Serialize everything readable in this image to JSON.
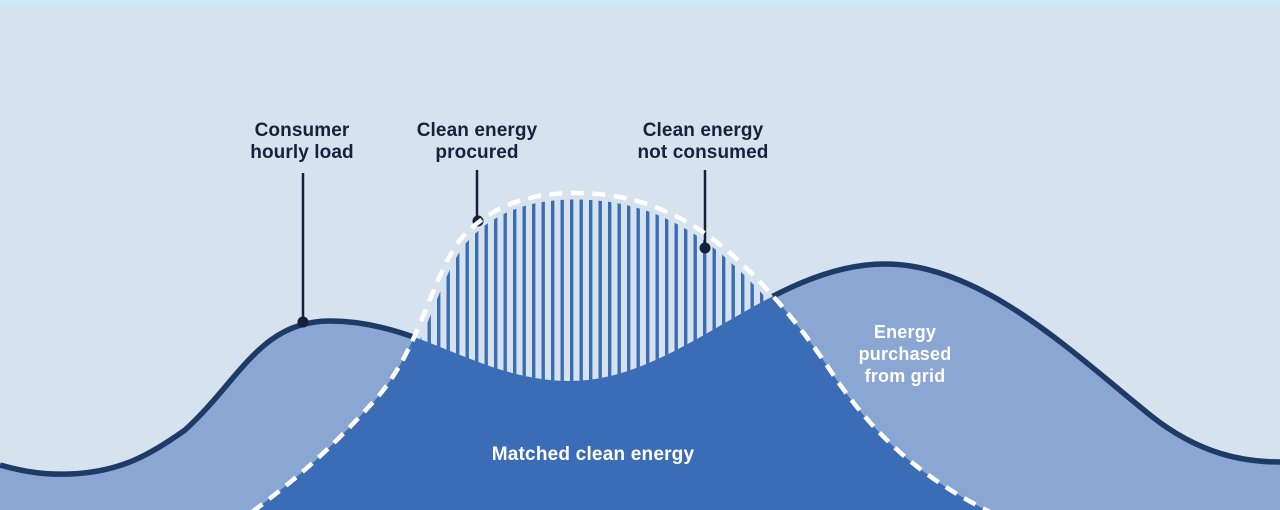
{
  "colors": {
    "background": "#d6e2ee",
    "top_strip": "#cbe9f7",
    "consumer_load_fill": "#8aa6d2",
    "matched_fill": "#3b6db7",
    "hatch_stripe": "#3b6db7",
    "load_stroke": "#1e3a66",
    "dashed_stroke": "#ffffff",
    "pointer": "#15203a",
    "label_dark": "#16213b",
    "label_light": "#ffffff"
  },
  "annotations": {
    "consumer_hourly_load": {
      "label": "Consumer\nhourly load"
    },
    "clean_energy_procured": {
      "label": "Clean energy\nprocured"
    },
    "clean_energy_not_consumed": {
      "label": "Clean energy\nnot consumed"
    }
  },
  "area_labels": {
    "energy_purchased_from_grid": "Energy\npurchased\nfrom grid",
    "matched_clean_energy": "Matched clean energy"
  }
}
